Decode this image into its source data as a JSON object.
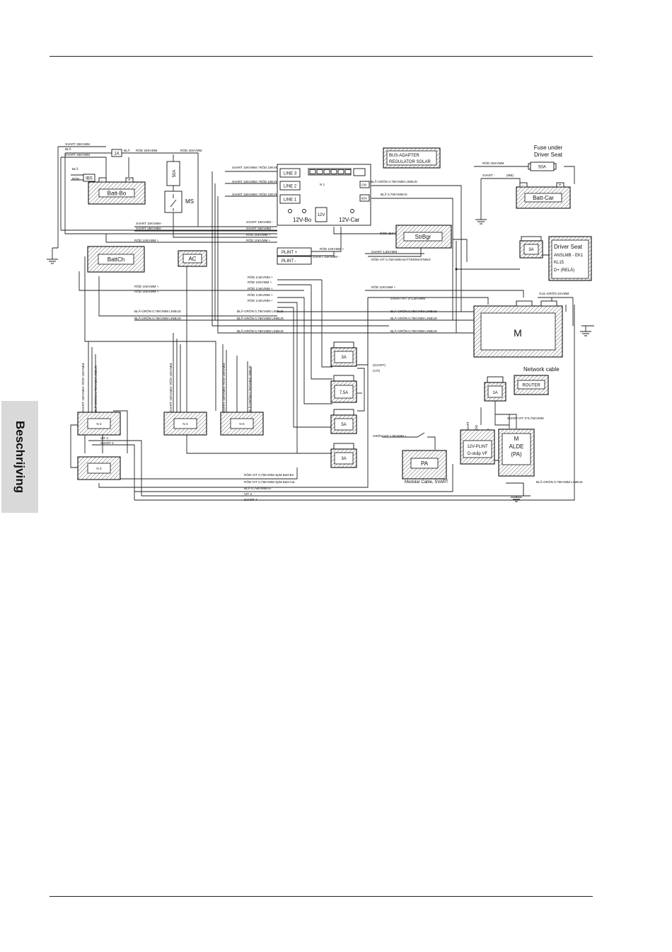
{
  "side_tab": "Beschrijving",
  "components": {
    "batt_bo": "Batt-Bo",
    "batt_car": "Batt-Car",
    "battch": "BattCh",
    "ac": "AC",
    "strbgr": "StrBgr",
    "m_main": "M",
    "pa": "PA",
    "router": "ROUTER",
    "bus_adapter_1": "BUS-ADAPTER",
    "bus_adapter_2": "REGULATOR SOLAR",
    "driver_seat_title": "Driver Seat",
    "driver_seat_l1": "ANSLMB - EK1",
    "driver_seat_l2": "KL15",
    "driver_seat_l3": "D+ (RELÄ)",
    "plint_12v_1": "12V-PLINT",
    "plint_12v_2": "D-skåp VF",
    "alde_1": "M",
    "alde_2": "ALDE",
    "alde_3": "(PA)",
    "ms": "MS",
    "fuse_50a_bo": "50A",
    "fuse_50a_car": "50A",
    "fuse_1a_top": "1A",
    "fuse_3a_driver": "3A",
    "fuse_1a_net": "1A",
    "fuse_3a_a": "3A",
    "fuse_75a": "7,5A",
    "fuse_5a": "5A",
    "fuse_3a_b": "3A",
    "ibs": "IBS",
    "line3": "LINE 3",
    "line2": "LINE 2",
    "line1": "LINE 1",
    "n1": "N 1",
    "n1_12v": "12V",
    "n1_12v_bo": "12V-Bo",
    "n1_12v_car": "12V-Car",
    "n1_on": "ON",
    "n1_ign": "IGN",
    "plint_plus": "PLINT +",
    "plint_minus": "PLINT -",
    "n2": "N 2",
    "n3": "N 3",
    "n4": "N 4",
    "n5": "N 5",
    "fuse_under_1": "Fuse under",
    "fuse_under_2": "Driver Seat",
    "network_cable": "Network cable",
    "modular_cable": "Modular Cable, SVART",
    "svarti": "(SVART)",
    "vit_note": "(VIT)"
  },
  "wire_labels": {
    "w01": "SVART 25KVMM",
    "w02": "BLÅ",
    "w03": "SVART 25KVMM",
    "w04": "BLÅ",
    "w05": "RÖD 25KVMM",
    "w06": "BLÅ",
    "w07": "RÖD",
    "w08": "RÖD 25KVMM",
    "w09": "SVART 10KVMM / RÖD 10KVMM",
    "w10": "SVART 10KVMM / RÖD 10KVMM",
    "w11": "SVART 10KVMM / RÖD 10KVMM",
    "w12": "BLÅ-GRÖN 0,75KVMM LINBUS",
    "w13": "BLÅ 0,75KVMM D-",
    "w14": "RÖD 25KVMM",
    "w15": "SVART -",
    "w16": "(MB)",
    "w17": "SVART 10KVMM -",
    "w18": "SVART 25KVMM -",
    "w19": "SVART 10KVMM -",
    "w20": "SVART 25KVMM -",
    "w21": "RÖD 25KVMM +",
    "w22": "RÖD 10KVMM +",
    "w23": "RÖD 10KVMM +",
    "w24": "RÖD 25KVMM",
    "w25": "RÖD 10KVMM +",
    "w26": "SVART 10KVMM -",
    "w27": "SVART 1,5KVMM -",
    "w28": "RÖD-VIT 0,75KVMM BATTERIMATNING",
    "w29": "RÖD 2,5KVMM +",
    "w30": "RÖD 10KVMM +",
    "w31": "RÖD 2,5KVMM +",
    "w32": "RÖD 2,5KVMM +",
    "w33": "RÖD 2,5KVMM +",
    "w34": "RÖD 10KVMM +",
    "w35": "RÖD 25KVMM +",
    "w36": "RÖD 10KVMM +",
    "w37": "SVART-VIT 2*1,5KVMM",
    "w38": "BLÅ-GRÖN 0,75KVMM LINBUS",
    "w39": "BLÅ-GRÖN 0,75KVMM LINBUS",
    "w40": "BLÅ-GRÖN 0,75KVMM LINBUS",
    "w41": "BLÅ-GRÖN 0,75KVMM LINBUS",
    "w42": "BLÅ-GRÖN 0,75KVMM LINBUS",
    "w43": "BLÅ-GRÖN 0,75KVMM LINBUS",
    "w44": "BLÅ-GRÖN 0,75KVMM LINBUS",
    "w45": "BLÅ-GRÖN 0,75KVMM LINBUS",
    "w46": "GUL-GRÖN 4KVMM",
    "w47": "GRÖN-VIT 1,5KVMM +",
    "w48": "SVART-VIT 2*0,75KVMM",
    "w49": "BLÅ-GRÖN 0,75KVMM LINBUS",
    "w50": "RÖD-VIT 0,75KVMM  SpM Batt-Bo",
    "w51": "RÖD-VIT 0,75KVMM  SpM Batt-Car",
    "w52": "BLÅ 0,75KVMM D-",
    "w53": "VIT 4",
    "w54": "SVART 4",
    "w55": "VIT 4",
    "w56": "SVART 4",
    "v1": "SVART 10KVMM / RÖD 10KVMM",
    "v2": "BLÅ-GRÖN 0,75KVMM LINBUS",
    "v3": "SVART 10KVMM / RÖD 10KVMM",
    "v4": "SVART 10KVMM / RÖD 10KVMM",
    "v5": "BLÅ-GRÖN 0,75KVMM LINBUS",
    "v6": "SVART",
    "v7": "RÖD",
    "v8": "RÖD",
    "v9": "SVART"
  }
}
